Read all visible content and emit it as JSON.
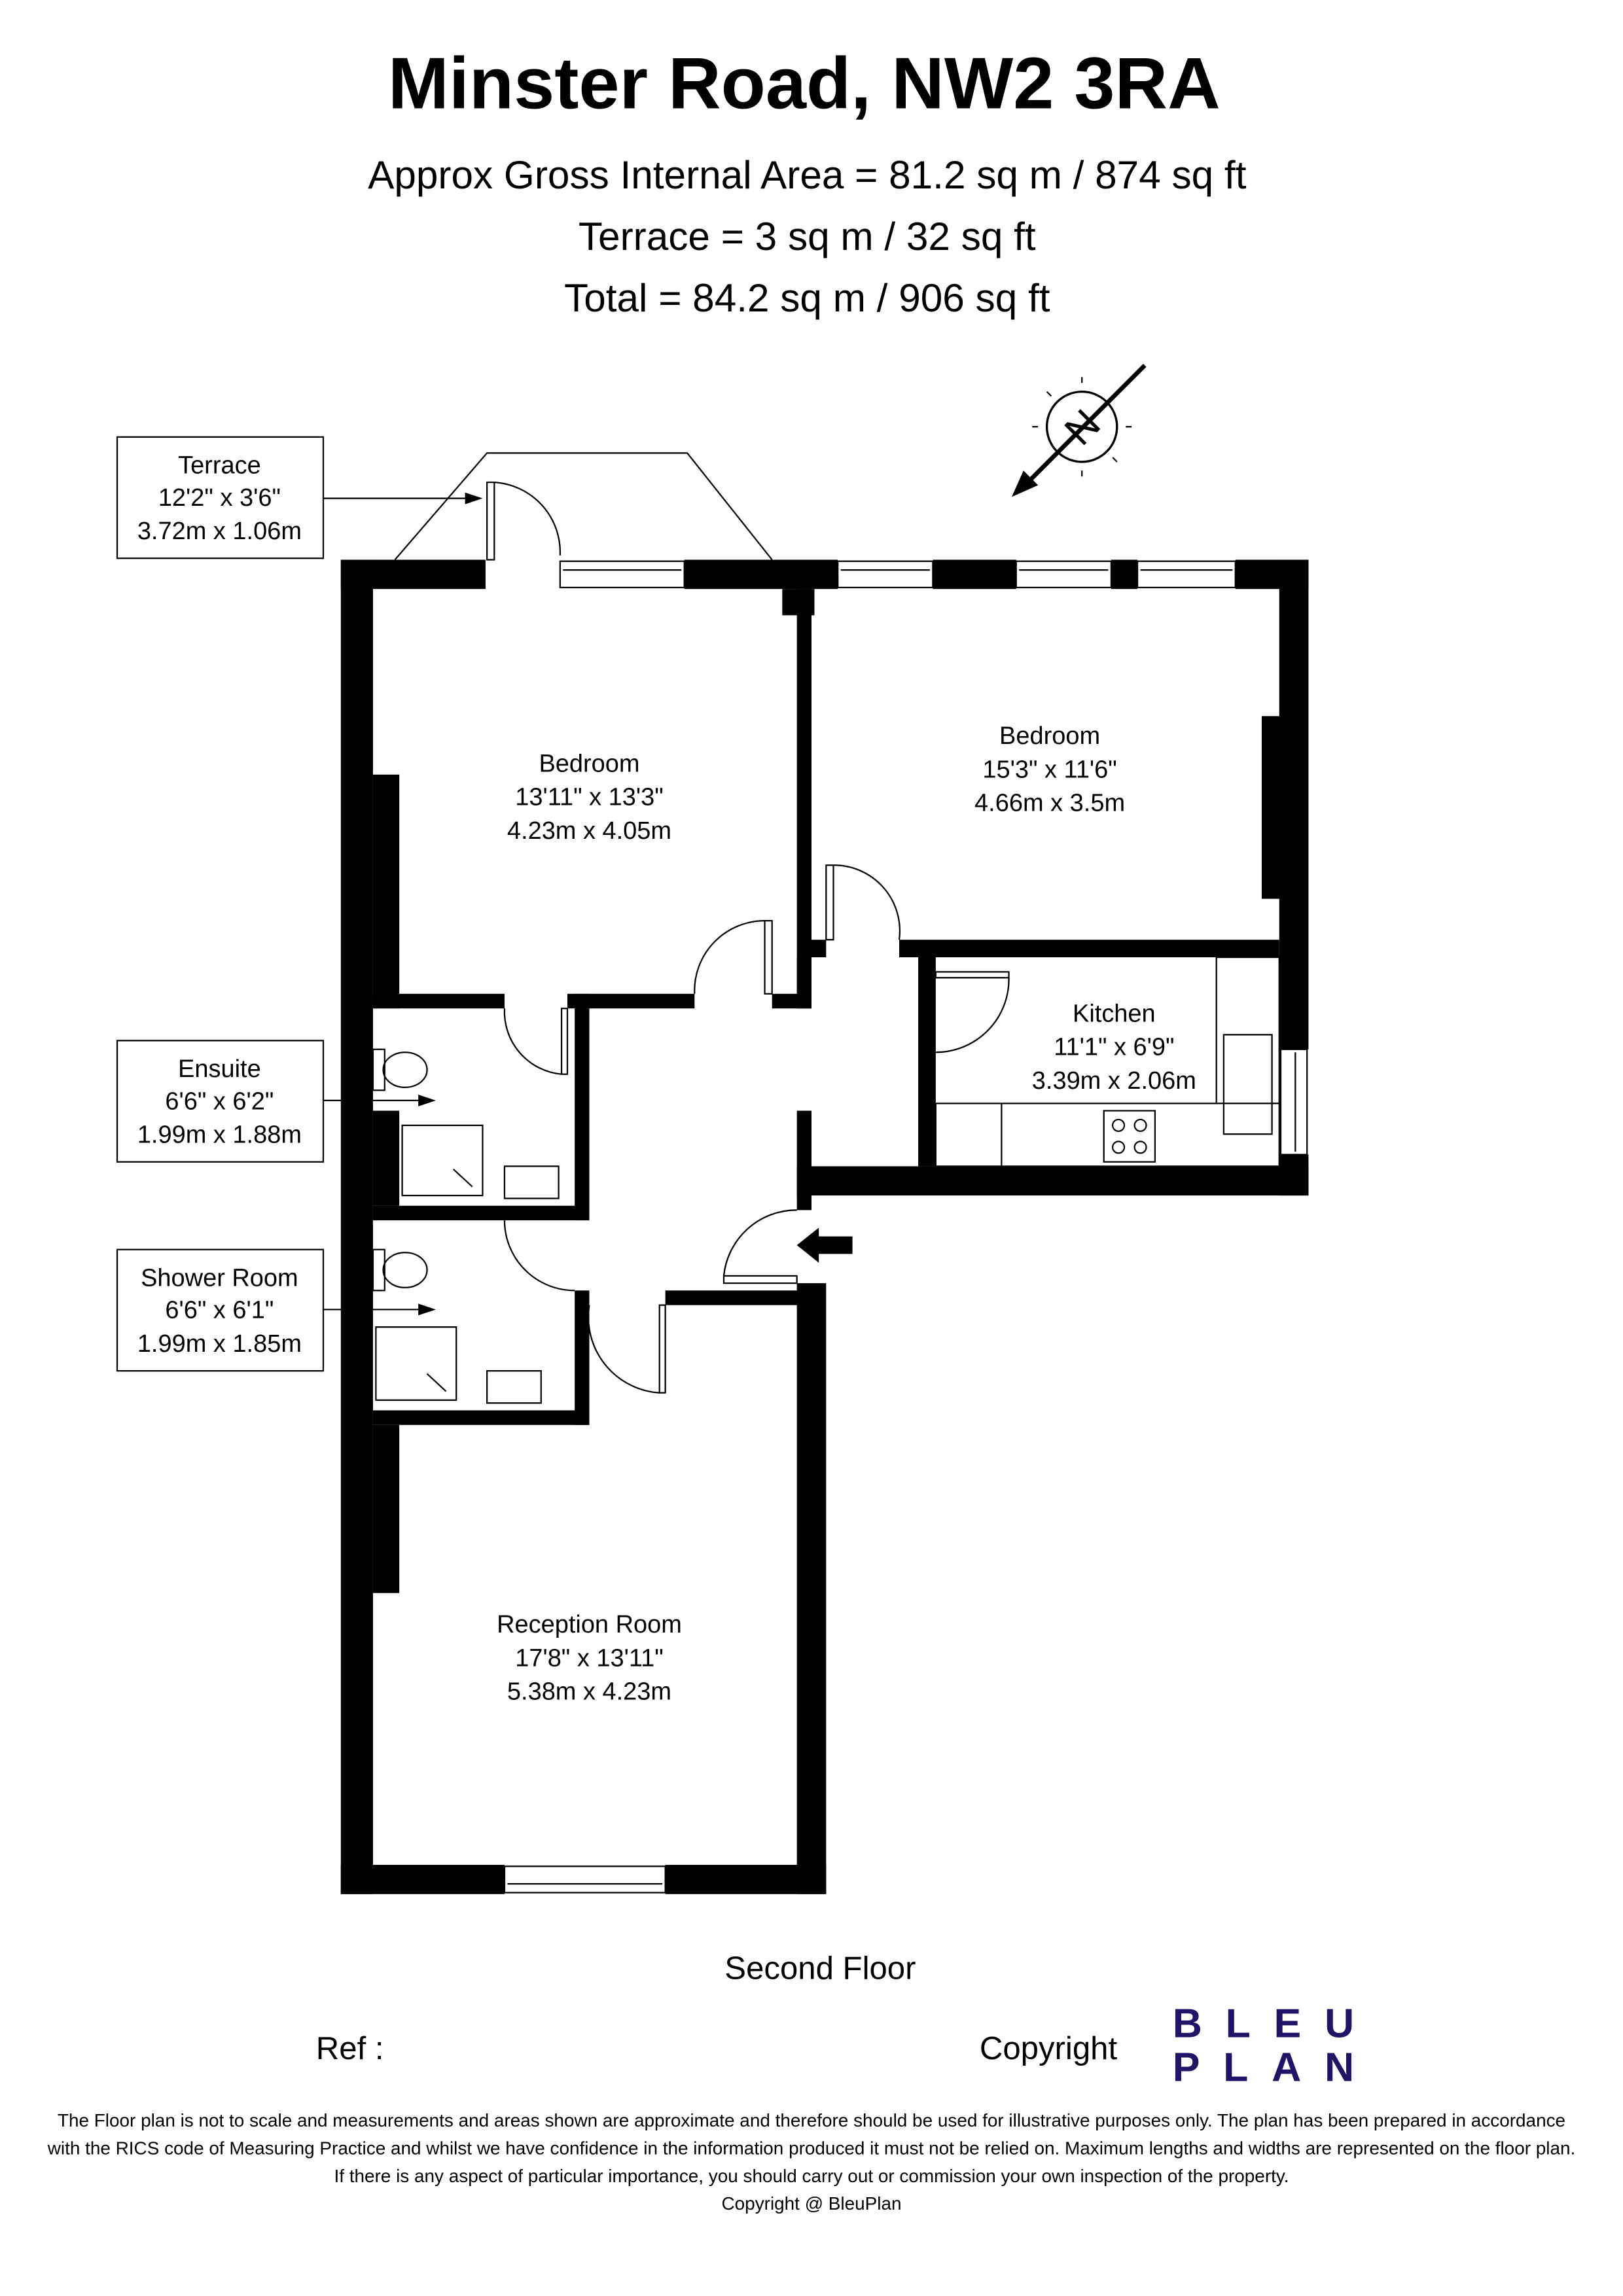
{
  "header": {
    "title": "Minster Road, NW2 3RA",
    "area_lines": [
      "Approx Gross Internal Area = 81.2 sq m / 874 sq ft",
      "Terrace = 3 sq m / 32 sq ft",
      "Total = 84.2 sq m / 906 sq ft"
    ]
  },
  "compass": {
    "label": "N"
  },
  "rooms": [
    {
      "name": "Bedroom",
      "imperial": "13'11\" x 13'3\"",
      "metric": "4.23m x 4.05m"
    },
    {
      "name": "Bedroom",
      "imperial": "15'3\" x 11'6\"",
      "metric": "4.66m x 3.5m"
    },
    {
      "name": "Kitchen",
      "imperial": "11'1\" x 6'9\"",
      "metric": "3.39m x 2.06m"
    },
    {
      "name": "Reception Room",
      "imperial": "17'8\" x 13'11\"",
      "metric": "5.38m x 4.23m"
    }
  ],
  "callouts": [
    {
      "name": "Terrace",
      "imperial": "12'2\" x 3'6\"",
      "metric": "3.72m x 1.06m"
    },
    {
      "name": "Ensuite",
      "imperial": "6'6\" x 6'2\"",
      "metric": "1.99m x 1.88m"
    },
    {
      "name": "Shower Room",
      "imperial": "6'6\" x 6'1\"",
      "metric": "1.99m x 1.85m"
    }
  ],
  "floor_label": "Second Floor",
  "ref_label": "Ref  :",
  "copyright_label": "Copyright",
  "logo": {
    "line1": "BLEU",
    "line2": "PLAN",
    "color": "#1f1467"
  },
  "disclaimer": [
    "The Floor plan is not to scale and measurements and areas shown are approximate and therefore should be used for illustrative purposes only. The plan has been prepared in accordance",
    "with the RICS code of Measuring Practice and whilst we have confidence in the information produced it must not be relied on. Maximum lengths and widths are represented on the floor plan.",
    "If there is any aspect of particular importance, you should carry out or commission your own inspection of the property.",
    "Copyright @ BleuPlan"
  ]
}
